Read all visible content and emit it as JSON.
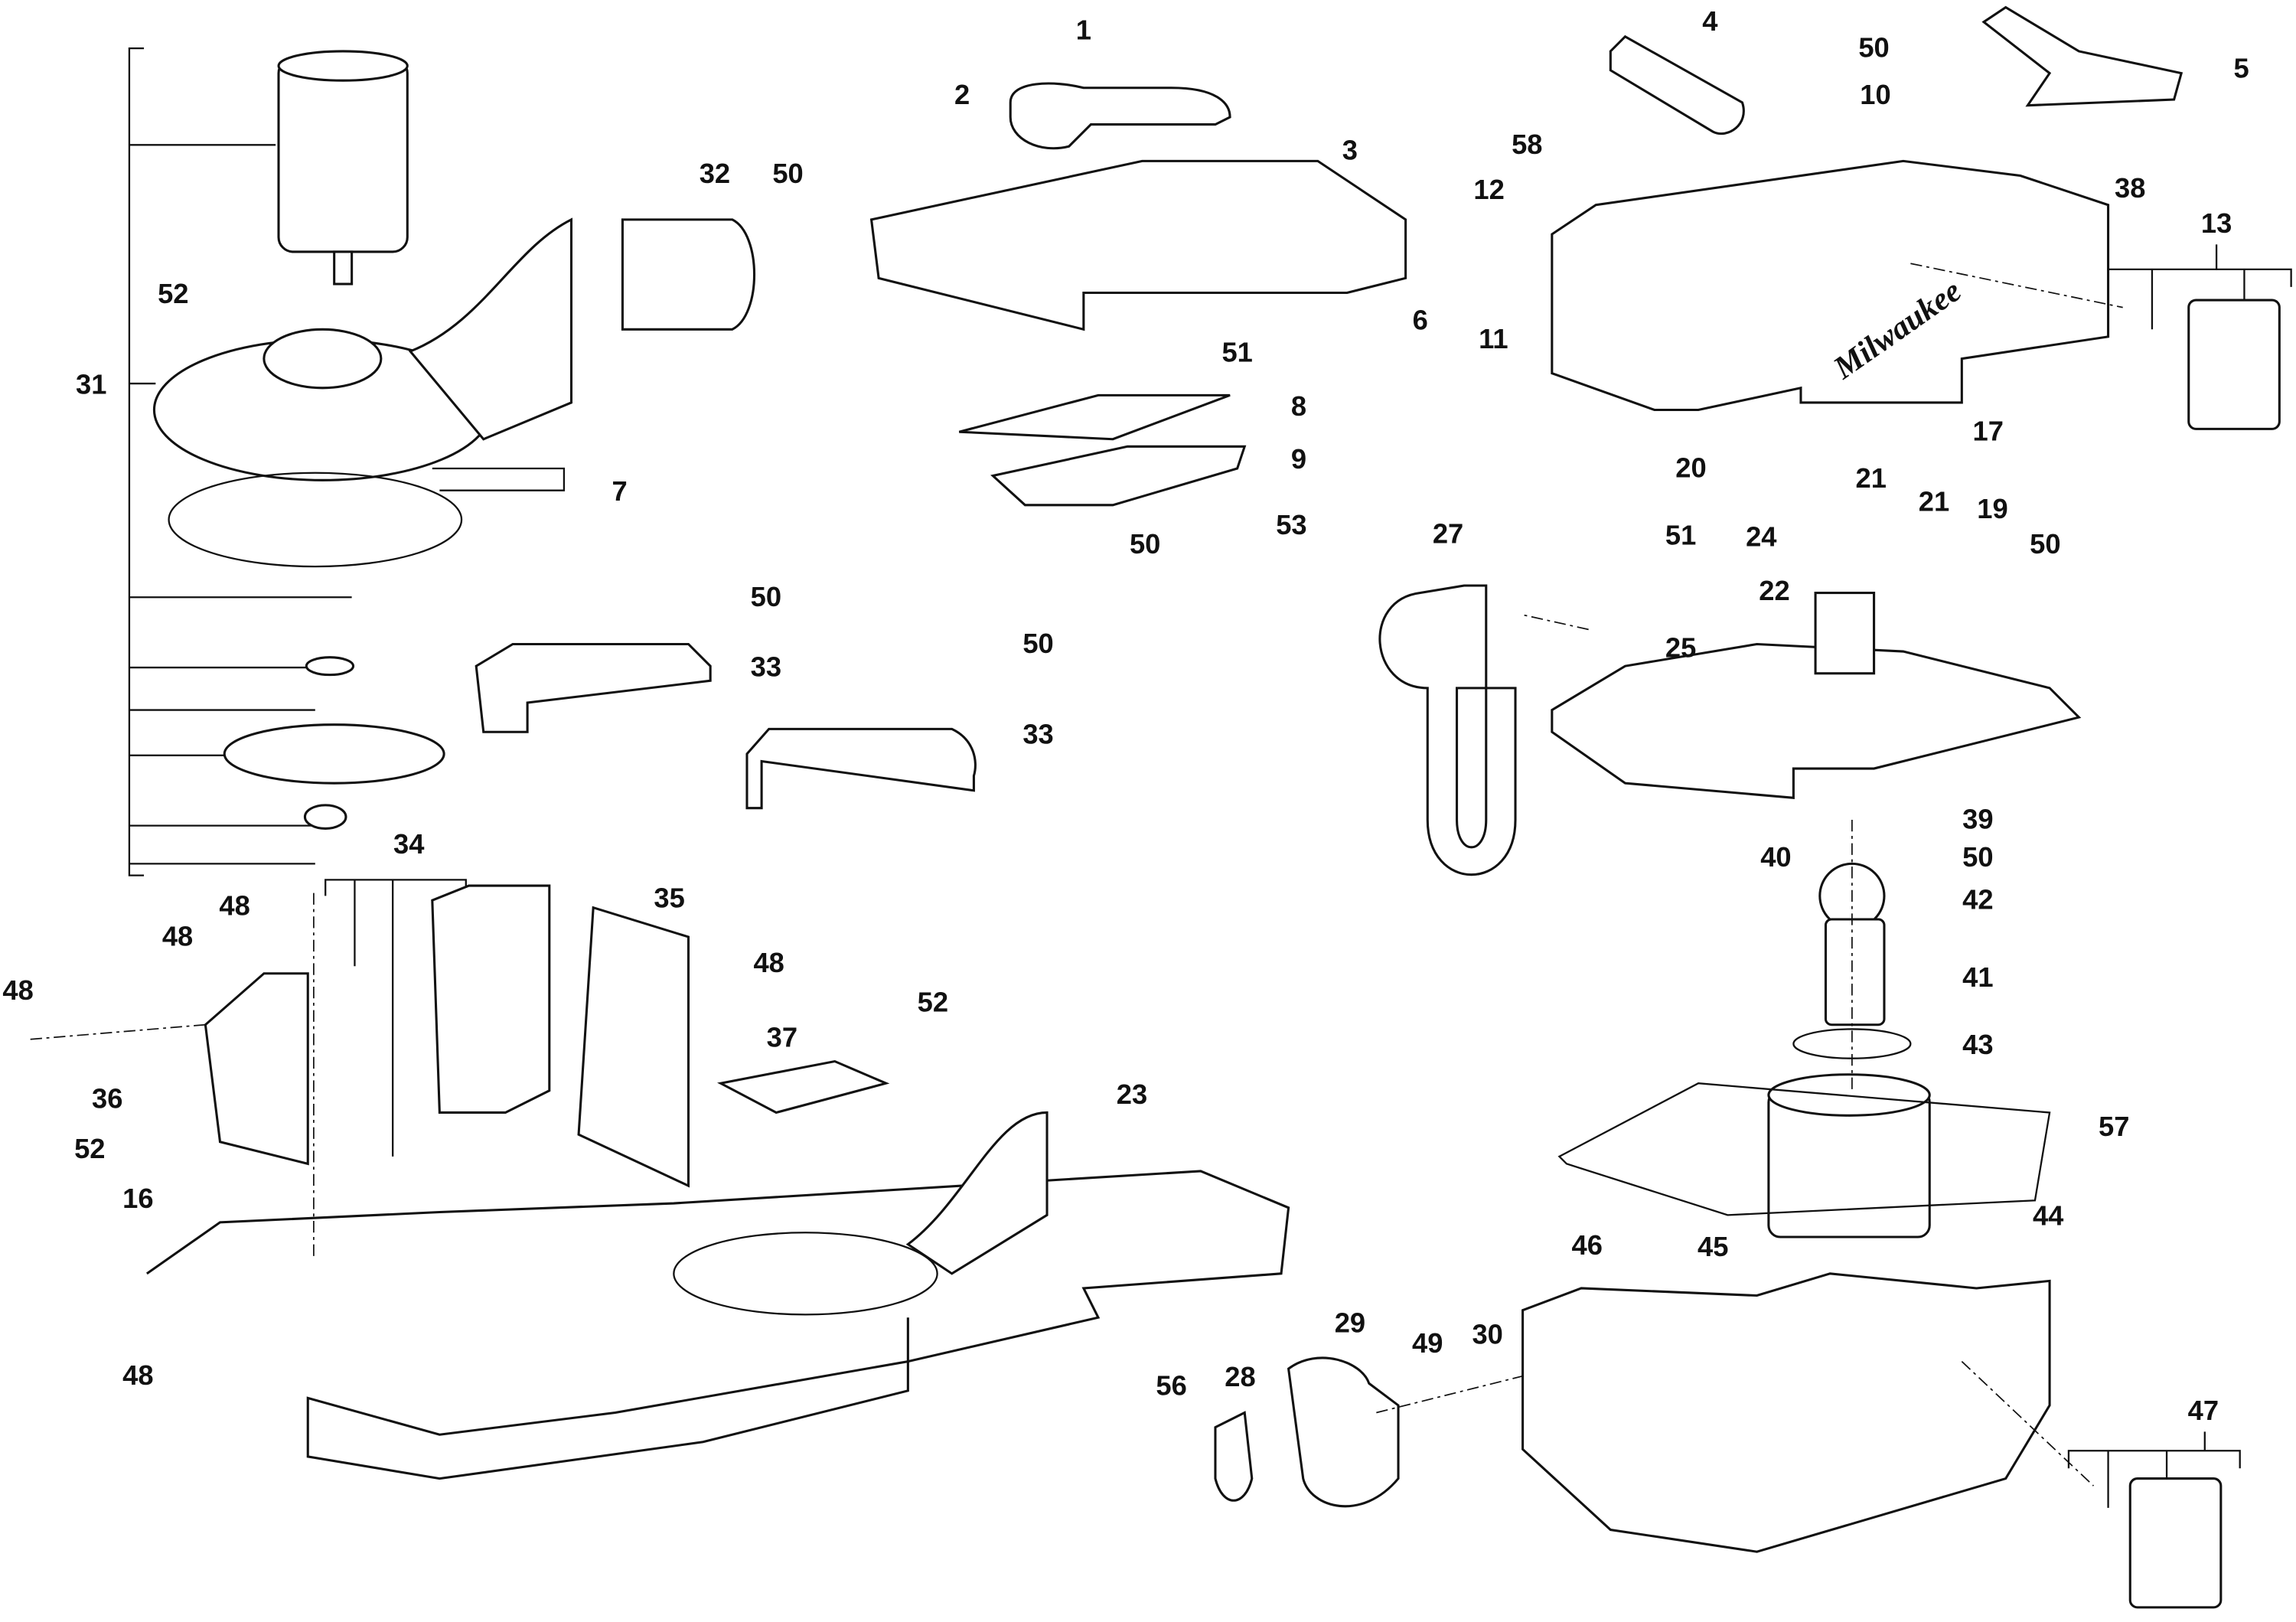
{
  "diagram": {
    "type": "exploded parts diagram",
    "brand_logo_text": "Milwaukee",
    "part_labels": [
      "1",
      "2",
      "3",
      "4",
      "50",
      "5",
      "10",
      "58",
      "38",
      "12",
      "13",
      "11",
      "31",
      "32",
      "50",
      "52",
      "6",
      "51",
      "8",
      "7",
      "9",
      "50",
      "53",
      "17",
      "20",
      "21",
      "21",
      "19",
      "27",
      "51",
      "24",
      "50",
      "22",
      "50",
      "25",
      "33",
      "50",
      "33",
      "39",
      "40",
      "50",
      "34",
      "42",
      "48",
      "35",
      "48",
      "48",
      "52",
      "48",
      "41",
      "37",
      "43",
      "36",
      "23",
      "57",
      "52",
      "16",
      "44",
      "45",
      "46",
      "29",
      "30",
      "49",
      "28",
      "56",
      "48",
      "47"
    ]
  }
}
